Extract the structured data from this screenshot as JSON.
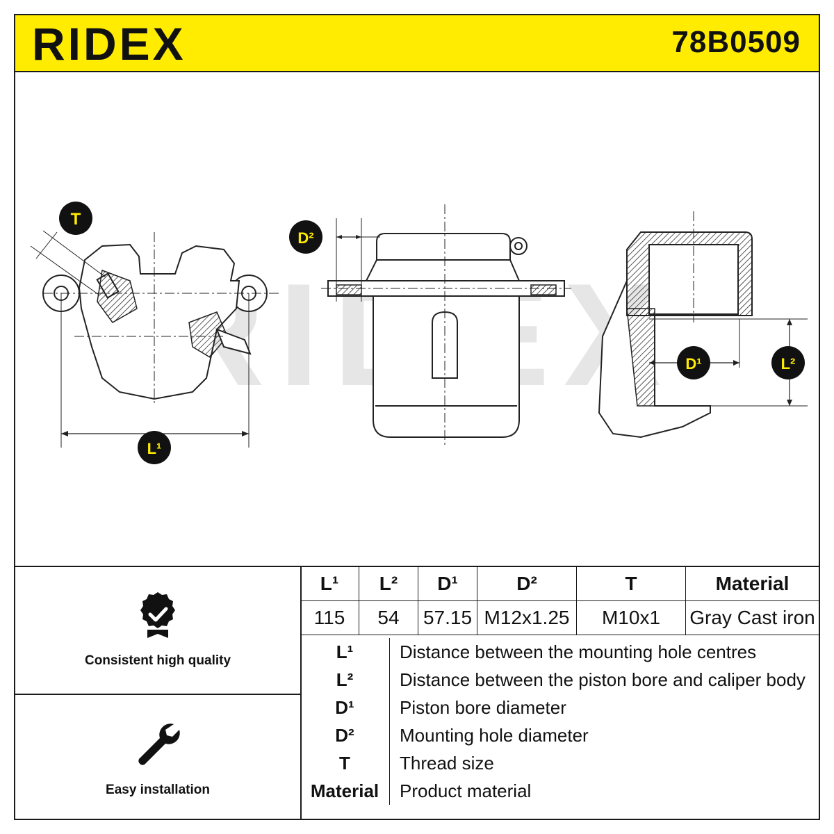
{
  "header": {
    "brand": "RIDEX",
    "part_number": "78B0509",
    "color": "#ffec00"
  },
  "drawing": {
    "watermark": "RIDEX",
    "labels": {
      "T": "T",
      "D1": "D¹",
      "D2": "D²",
      "L1": "L¹",
      "L2": "L²"
    }
  },
  "features": [
    {
      "icon": "quality-badge-icon",
      "label": "Consistent high quality"
    },
    {
      "icon": "wrench-icon",
      "label": "Easy installation"
    }
  ],
  "spec_table": {
    "headers": [
      "L¹",
      "L²",
      "D¹",
      "D²",
      "T",
      "Material"
    ],
    "values": [
      "115",
      "54",
      "57.15",
      "M12x1.25",
      "M10x1",
      "Gray Cast iron"
    ]
  },
  "legend": [
    {
      "symbol": "L¹",
      "description": "Distance between the mounting hole centres"
    },
    {
      "symbol": "L²",
      "description": "Distance between the piston bore and caliper body"
    },
    {
      "symbol": "D¹",
      "description": "Piston bore diameter"
    },
    {
      "symbol": "D²",
      "description": "Mounting hole diameter"
    },
    {
      "symbol": "T",
      "description": "Thread size"
    },
    {
      "symbol": "Material",
      "description": "Product material"
    }
  ]
}
